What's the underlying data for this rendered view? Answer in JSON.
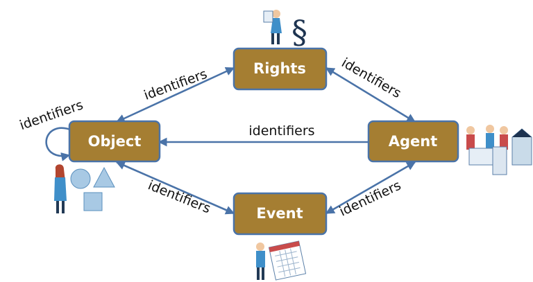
{
  "nodes": {
    "rights": "Rights",
    "object": "Object",
    "agent": "Agent",
    "event": "Event"
  },
  "edges": {
    "object_rights": "identifiers",
    "rights_agent": "identifiers",
    "agent_object": "identifiers",
    "object_event": "identifiers",
    "event_agent": "identifiers",
    "object_self": "identifiers"
  },
  "colors": {
    "node_fill": "#a57e32",
    "node_border": "#4a73a8",
    "arrow": "#4a73a8",
    "node_text": "#ffffff"
  },
  "icons": [
    "lawyer-reading-icon",
    "section-sign-icon",
    "woman-with-data-shapes-icon",
    "people-with-computers-icon",
    "man-with-calendar-icon"
  ]
}
